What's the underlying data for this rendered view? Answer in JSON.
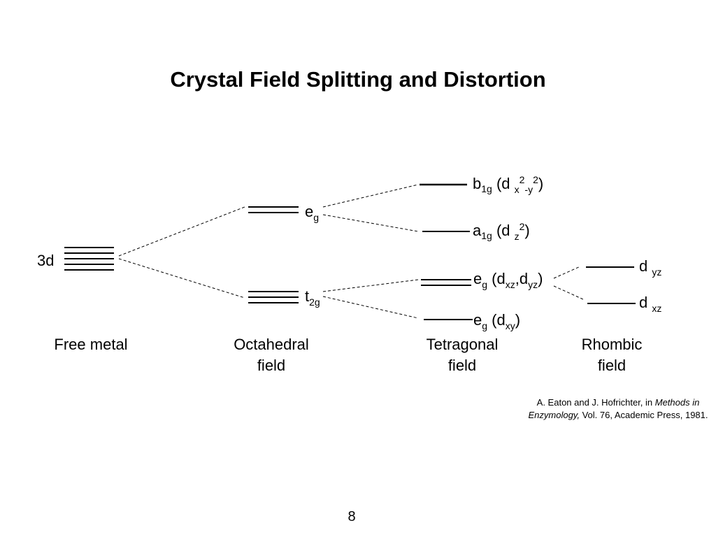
{
  "slide": {
    "title": "Crystal Field Splitting and Distortion",
    "page_number": "8"
  },
  "levels": {
    "free": {
      "label": "3d"
    },
    "oct_eg": {
      "main": "e",
      "sub": "g"
    },
    "oct_t2g": {
      "main": "t",
      "sub": "2g"
    },
    "tet_b1g": {
      "main": "b",
      "sub": "1g",
      "orbital_prefix": " (d ",
      "sub2": "x",
      "sup2": "2",
      "mid": "-y",
      "sup3": "2",
      "close": ")"
    },
    "tet_a1g": {
      "main": "a",
      "sub": "1g",
      "orbital_prefix": " (d ",
      "sub2": "z",
      "sup2": "2",
      "close": ")"
    },
    "tet_eg": {
      "main": "e",
      "sub": "g",
      "orbital_prefix": " (d",
      "sub2": "xz",
      "mid": ",d",
      "sub3": "yz",
      "close": ")"
    },
    "tet_eg_xy": {
      "main": "e",
      "sub": "g",
      "orbital_prefix": " (d",
      "sub2": "xy",
      "close": ")"
    },
    "rh_dyz": {
      "main": "d ",
      "sub": "yz"
    },
    "rh_dxz": {
      "main": "d ",
      "sub": "xz"
    }
  },
  "stages": {
    "free_metal": "Free metal",
    "octahedral_1": "Octahedral",
    "octahedral_2": "field",
    "tetragonal_1": "Tetragonal",
    "tetragonal_2": "field",
    "rhombic_1": "Rhombic",
    "rhombic_2": "field"
  },
  "citation": {
    "authors": "A. Eaton and J. Hofrichter, in ",
    "work": "Methods in Enzymology,",
    "details": " Vol. 76, Academic Press, 1981."
  }
}
